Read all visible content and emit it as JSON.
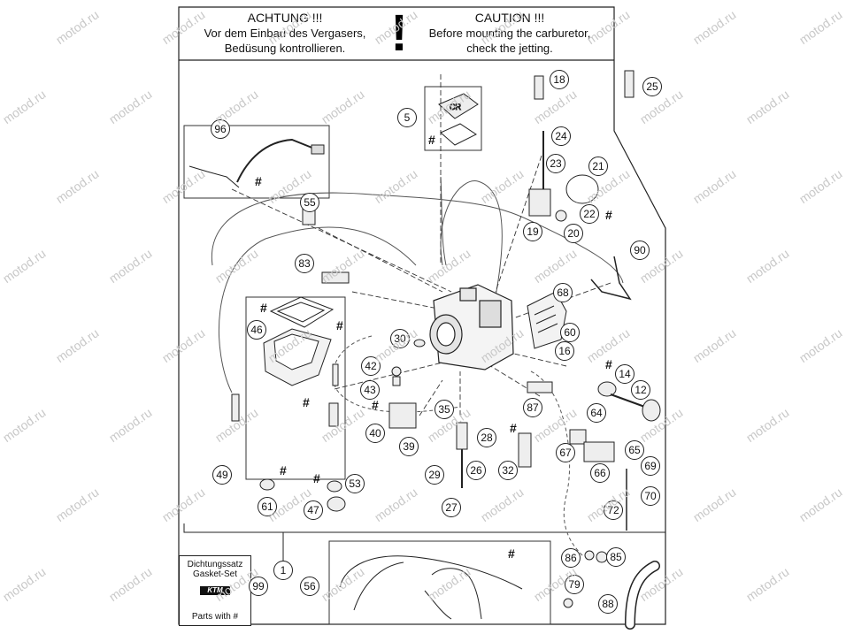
{
  "header": {
    "left_title": "ACHTUNG !!!",
    "left_line1": "Vor dem Einbau des Vergasers,",
    "left_line2": "Bedüsung kontrollieren.",
    "icon": "exclamation-icon",
    "right_title": "CAUTION !!!",
    "right_line1": "Before mounting the carburetor,",
    "right_line2": "check the jetting."
  },
  "watermark": "motod.ru",
  "gasket_box": {
    "line1": "Dichtungssatz",
    "line2": "Gasket-Set",
    "brand": "KTM",
    "parts_with": "Parts with #",
    "callout": "99"
  },
  "hash_mark": "#",
  "callouts": [
    "1",
    "5",
    "12",
    "14",
    "16",
    "18",
    "19",
    "20",
    "21",
    "22",
    "23",
    "24",
    "25",
    "26",
    "27",
    "28",
    "29",
    "30",
    "32",
    "35",
    "39",
    "40",
    "42",
    "43",
    "46",
    "47",
    "49",
    "53",
    "55",
    "56",
    "60",
    "61",
    "64",
    "65",
    "66",
    "67",
    "68",
    "69",
    "70",
    "72",
    "79",
    "83",
    "85",
    "86",
    "87",
    "88",
    "90",
    "96"
  ],
  "colors": {
    "line": "#222222",
    "background": "#ffffff",
    "watermark": "#c8c8c8"
  }
}
